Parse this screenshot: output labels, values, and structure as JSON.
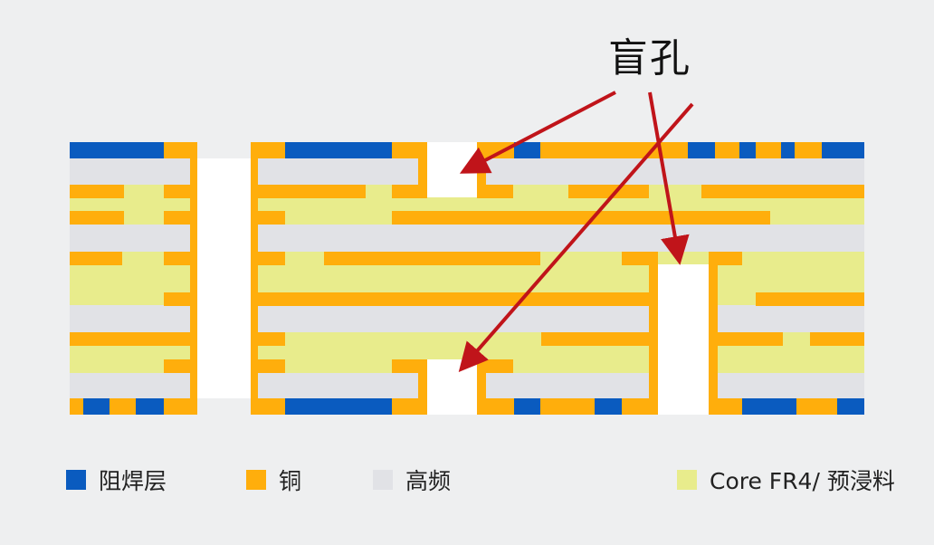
{
  "title": "盲孔",
  "colors": {
    "solder_mask": "#0a5bbf",
    "copper": "#ffae0c",
    "high_frequency": "#e1e2e6",
    "core_prepreg": "#e8ec8c",
    "hole": "#ffffff",
    "arrow": "#c0141a"
  },
  "legend": [
    {
      "label": "阻焊层",
      "color": "#0a5bbf"
    },
    {
      "label": "铜",
      "color": "#ffae0c"
    },
    {
      "label": "高频",
      "color": "#e1e2e6"
    },
    {
      "label": "Core FR4/ 预浸料",
      "color": "#e8ec8c"
    }
  ]
}
